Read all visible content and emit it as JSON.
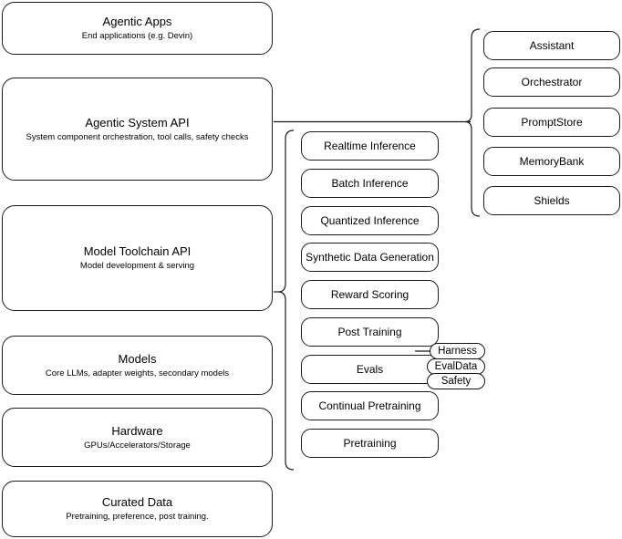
{
  "diagram": {
    "title": "Agentic stack layered architecture",
    "stroke_color": "#1a1a1a",
    "background_color": "#ffffff",
    "layers": [
      {
        "title": "Agentic Apps",
        "subtitle": "End applications (e.g. Devin)"
      },
      {
        "title": "Agentic System API",
        "subtitle": "System component orchestration, tool calls, safety checks"
      },
      {
        "title": "Model Toolchain API",
        "subtitle": "Model development & serving"
      },
      {
        "title": "Models",
        "subtitle": "Core LLMs, adapter weights, secondary models"
      },
      {
        "title": "Hardware",
        "subtitle": "GPUs/Accelerators/Storage"
      },
      {
        "title": "Curated Data",
        "subtitle": "Pretraining, preference, post training."
      }
    ],
    "toolchain_capabilities": [
      {
        "label": "Realtime Inference"
      },
      {
        "label": "Batch Inference"
      },
      {
        "label": "Quantized Inference"
      },
      {
        "label": "Synthetic Data Generation"
      },
      {
        "label": "Reward Scoring"
      },
      {
        "label": "Post Training"
      },
      {
        "label": "Evals"
      },
      {
        "label": "Continual Pretraining"
      },
      {
        "label": "Pretraining"
      }
    ],
    "system_components": [
      {
        "label": "Assistant"
      },
      {
        "label": "Orchestrator"
      },
      {
        "label": "PromptStore"
      },
      {
        "label": "MemoryBank"
      },
      {
        "label": "Shields"
      }
    ],
    "evals_tags": [
      {
        "label": "Harness"
      },
      {
        "label": "EvalData"
      },
      {
        "label": "Safety"
      }
    ]
  }
}
